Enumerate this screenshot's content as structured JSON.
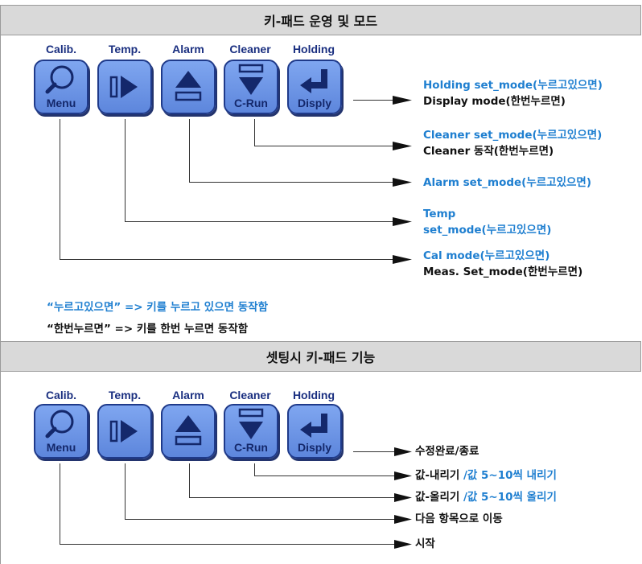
{
  "section1": {
    "title": "키-패드 운영 및 모드",
    "keys": [
      {
        "label": "Calib.",
        "text": "Menu",
        "icon": "magnifier-icon"
      },
      {
        "label": "Temp.",
        "text": "",
        "icon": "play-arrow-icon"
      },
      {
        "label": "Alarm",
        "text": "",
        "icon": "eject-up-icon"
      },
      {
        "label": "Cleaner",
        "text": "C-Run",
        "icon": "down-triangle-icon"
      },
      {
        "label": "Holding",
        "text": "Disply",
        "icon": "enter-arrow-icon"
      }
    ],
    "descriptions": {
      "holding": {
        "line1": "Holding set_mode(누르고있으면)",
        "line2": "Display mode(한번누르면)"
      },
      "cleaner": {
        "line1": "Cleaner set_mode(누르고있으면)",
        "line2": "Cleaner 동작(한번누르면)"
      },
      "alarm": {
        "line1": "Alarm set_mode(누르고있으면)"
      },
      "temp": {
        "line1": "Temp",
        "line2": "set_mode(누르고있으면)"
      },
      "calib": {
        "line1": "Cal mode(누르고있으면)",
        "line2": "Meas. Set_mode(한번누르면)"
      }
    },
    "note_hold": "“누르고있으면” => 키를 누르고 있으면 동작함",
    "note_press": "“한번누르면” => 키를 한번 누르면 동작함"
  },
  "section2": {
    "title": "셋팅시 키-패드 기능",
    "keys": [
      {
        "label": "Calib.",
        "text": "Menu",
        "icon": "magnifier-icon"
      },
      {
        "label": "Temp.",
        "text": "",
        "icon": "play-arrow-icon"
      },
      {
        "label": "Alarm",
        "text": "",
        "icon": "eject-up-icon"
      },
      {
        "label": "Cleaner",
        "text": "C-Run",
        "icon": "down-triangle-icon"
      },
      {
        "label": "Holding",
        "text": "Disply",
        "icon": "enter-arrow-icon"
      }
    ],
    "descriptions": {
      "holding": "수정완료/종료",
      "cleaner_black": "값-내리기 ",
      "cleaner_blue": "/값 5~10씩 내리기",
      "alarm_black": "값-올리기 ",
      "alarm_blue": "/값 5~10씩 올리기",
      "temp": "다음 항목으로 이동",
      "calib": "시작"
    }
  },
  "colors": {
    "accent_blue": "#1f7fd0",
    "key_blue": "#6b93e3",
    "header_gray": "#d9d9d9"
  }
}
